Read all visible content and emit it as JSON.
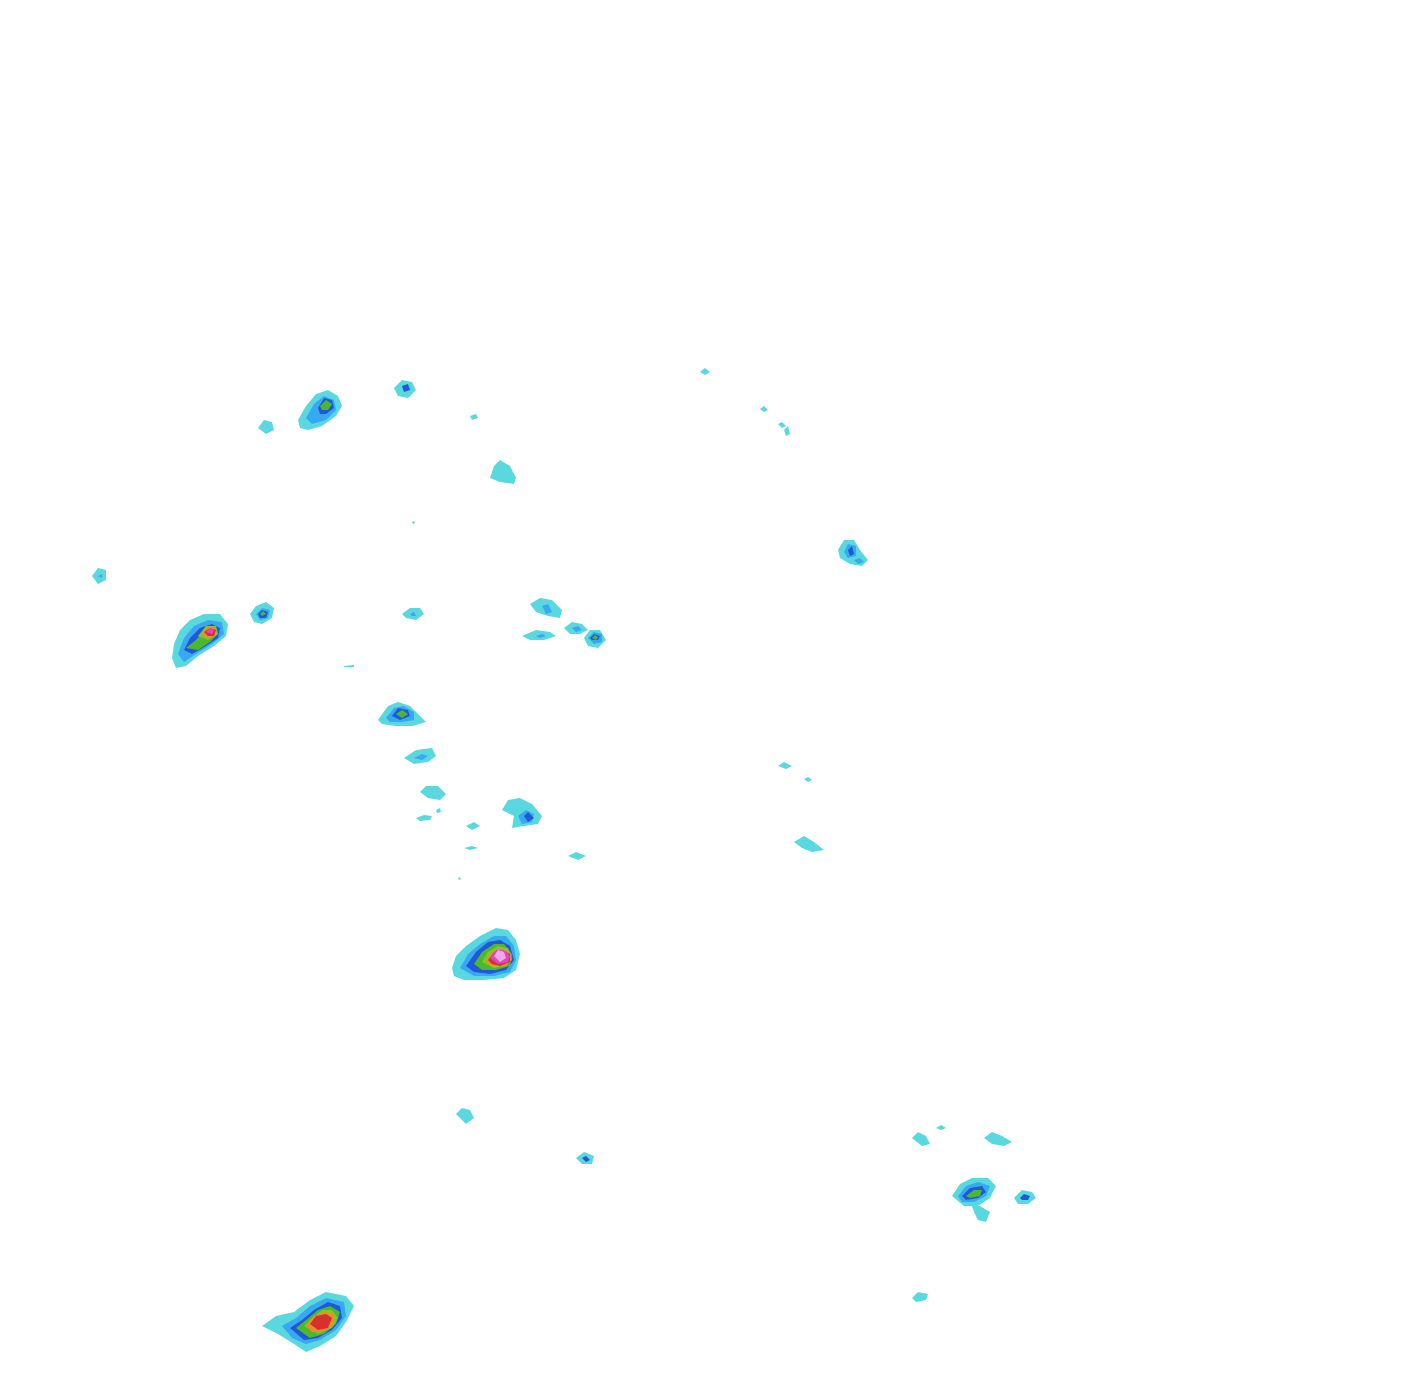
{
  "map": {
    "type": "precipitation-intensity-contour-overlay",
    "background": "#ffffff",
    "palette": {
      "cyan": "#5ad8e0",
      "light_blue": "#38a8f0",
      "blue": "#1f58d8",
      "green": "#4cb82c",
      "olive_green": "#88c428",
      "orange": "#f08a2c",
      "red": "#d83030",
      "magenta": "#d848c8",
      "pink_core": "#f0a8e8"
    },
    "cell_count": 48,
    "strongest_cell_levels": [
      "cyan",
      "light_blue",
      "blue",
      "green",
      "olive_green",
      "orange",
      "red",
      "magenta"
    ]
  }
}
